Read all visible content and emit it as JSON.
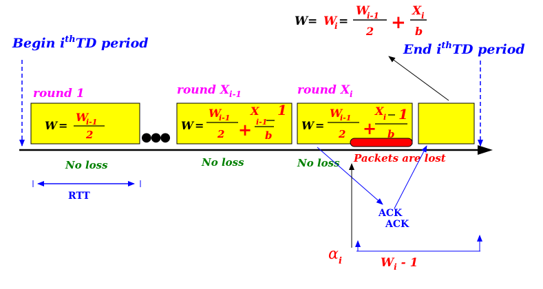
{
  "colors": {
    "box_fill": "#ffff00",
    "blue": "#0000ff",
    "red": "#ff0000",
    "magenta": "#ff00ff",
    "green": "#008000",
    "black": "#000000",
    "loss_bar": "#ff0000"
  },
  "labels": {
    "begin_prefix": "Begin i",
    "begin_sup": "th",
    "begin_suffix": "TD period",
    "end_prefix": "End i",
    "end_sup": "th",
    "end_suffix": "TD period",
    "round1": "round 1",
    "round_xi1": "round X",
    "round_xi1_sub": "i-1",
    "round_xi": "round X",
    "round_xi_sub": "i",
    "no_loss": "No loss",
    "packets_lost": "Packets are lost",
    "rtt": "RTT",
    "ack": "ACK",
    "alpha": "α",
    "alpha_sub": "i",
    "wi_minus": "W",
    "wi_minus_sub": "i",
    "wi_minus_tail": "- 1"
  },
  "formulas": {
    "W": "W",
    "eq": "=",
    "W_i": "W",
    "i": "i",
    "W_i1": "W",
    "i1": "i-1",
    "two": "2",
    "plus": "+",
    "X": "X",
    "b": "b",
    "minus_one": "1",
    "dots": "●●●"
  }
}
